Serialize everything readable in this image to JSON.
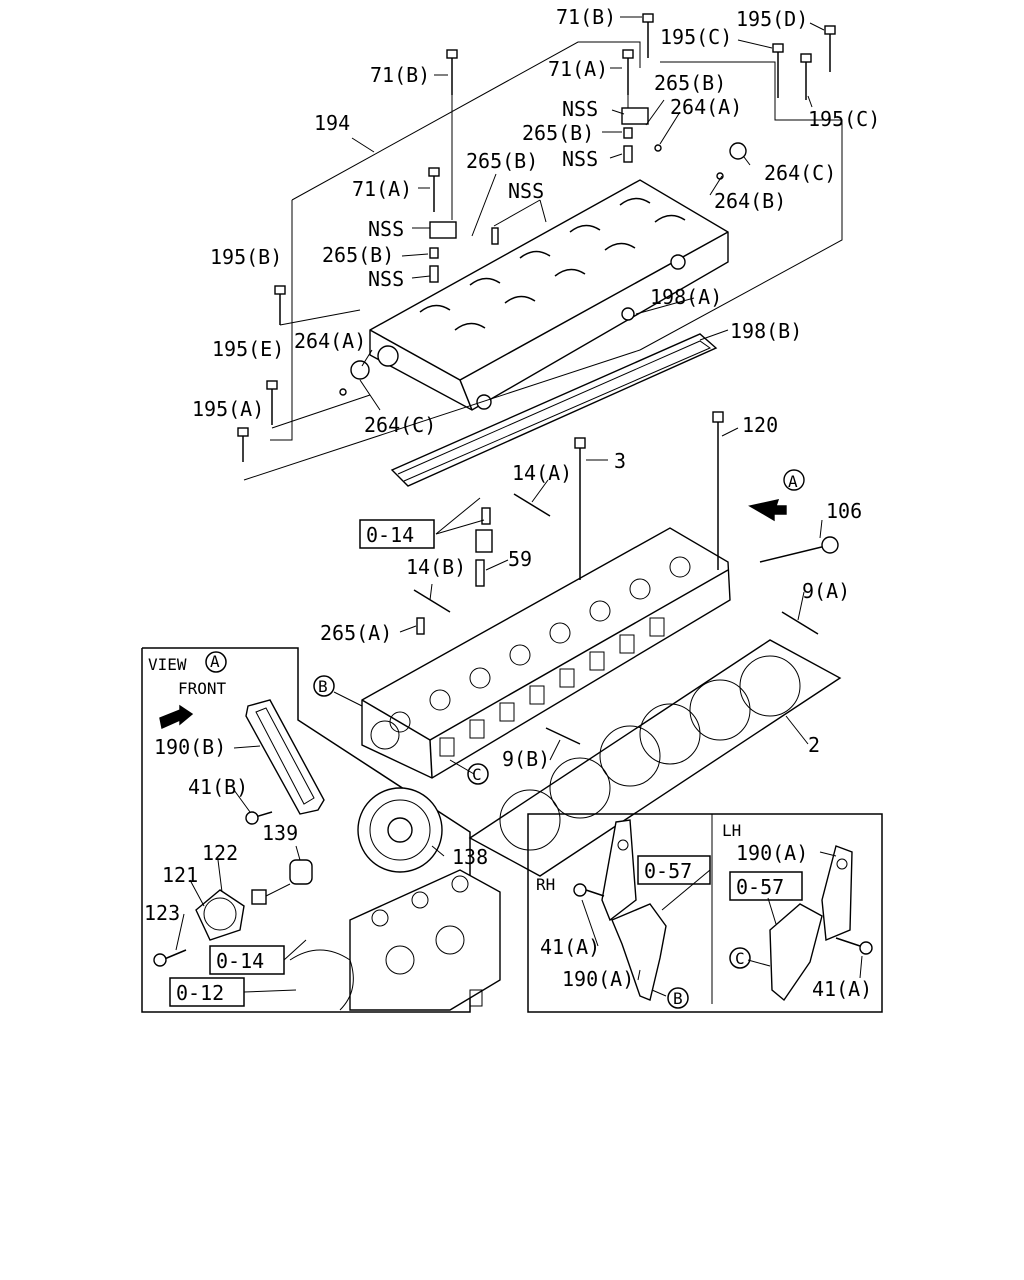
{
  "labels": {
    "c71b_top": "71(B)",
    "c195d": "195(D)",
    "c195c_top": "195(C)",
    "c71b_left": "71(B)",
    "c71a_top": "71(A)",
    "c265b_a": "265(B)",
    "nss_a": "NSS",
    "c264a_top": "264(A)",
    "c195c_right": "195(C)",
    "c194": "194",
    "c265b_b": "265(B)",
    "c265b_c": "265(B)",
    "nss_b": "NSS",
    "c264c_top": "264(C)",
    "c71a_mid": "71(A)",
    "nss_c": "NSS",
    "c264b": "264(B)",
    "nss_d": "NSS",
    "c265b_d": "265(B)",
    "c195b": "195(B)",
    "nss_e": "NSS",
    "c198a": "198(A)",
    "c198b": "198(B)",
    "c195e": "195(E)",
    "c264a_left": "264(A)",
    "c195a": "195(A)",
    "c264c_bottom": "264(C)",
    "c120": "120",
    "c3": "3",
    "c14a": "14(A)",
    "mark_a": "A",
    "c106": "106",
    "box_014_top": "0-14",
    "c59": "59",
    "c14b": "14(B)",
    "c9a": "9(A)",
    "c265a": "265(A)",
    "view_a": "VIEW",
    "view_a_mark": "A",
    "front": "FRONT",
    "mark_b": "B",
    "c190b": "190(B)",
    "c2": "2",
    "mark_c": "C",
    "c9b": "9(B)",
    "c41b": "41(B)",
    "c139": "139",
    "c138": "138",
    "c122": "122",
    "c121": "121",
    "c123": "123",
    "box_014_bottom": "0-14",
    "box_012": "0-12",
    "lh": "LH",
    "c190a_lh": "190(A)",
    "box_057_rh": "0-57",
    "box_057_lh": "0-57",
    "rh": "RH",
    "c41a_rh": "41(A)",
    "c190a_rh": "190(A)",
    "mark_b_small": "B",
    "mark_c_small": "C",
    "c41a_lh": "41(A)"
  }
}
